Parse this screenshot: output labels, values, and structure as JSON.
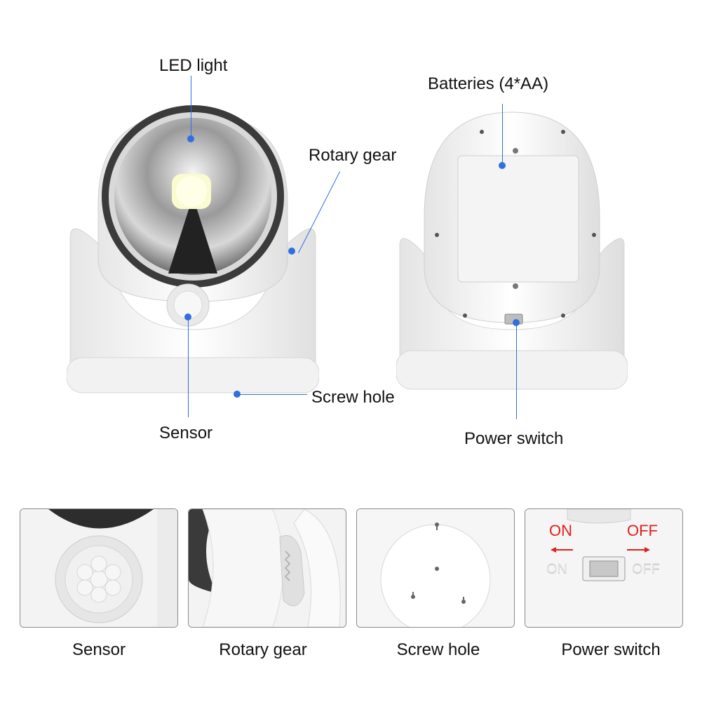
{
  "callouts": {
    "led_light": "LED light",
    "rotary_gear": "Rotary gear",
    "screw_hole": "Screw hole",
    "sensor": "Sensor",
    "batteries": "Batteries (4*AA)",
    "power_switch": "Power switch"
  },
  "panels": [
    {
      "caption": "Sensor"
    },
    {
      "caption": "Rotary gear"
    },
    {
      "caption": "Screw hole"
    },
    {
      "caption": "Power switch"
    }
  ],
  "switch_panel": {
    "on_label": "ON",
    "off_label": "OFF",
    "on_embossed": "ON",
    "off_embossed": "OFF"
  },
  "colors": {
    "callout": "#2f6fe0",
    "switch_labels": "#e0201b",
    "product_body": "#f4f4f4"
  }
}
